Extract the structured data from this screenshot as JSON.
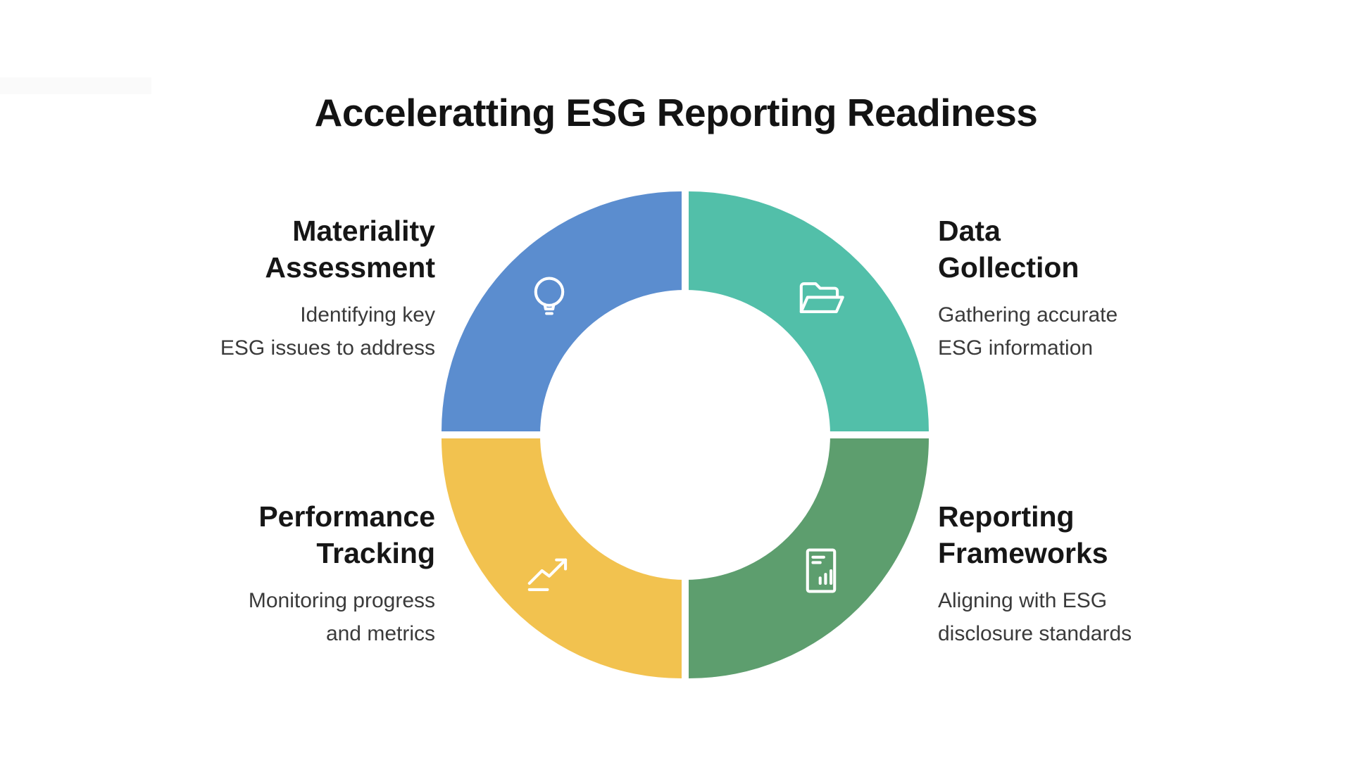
{
  "title": "Acceleratting ESG Reporting Readiness",
  "donut": {
    "hole_color": "#ffffff",
    "gap_color": "#ffffff"
  },
  "segments": [
    {
      "name": "Materiality Assessment",
      "position": "top-left",
      "heading1": "Materiality",
      "heading2": "Assessment",
      "desc1": "Identifying key",
      "desc2": "ESG issues to address",
      "color": "#5b8dcf",
      "icon": "lightbulb-icon"
    },
    {
      "name": "Data Gollection",
      "position": "top-right",
      "heading1": "Data",
      "heading2": "Gollection",
      "desc1": "Gathering accurate",
      "desc2": "ESG information",
      "color": "#52bfa9",
      "icon": "open-folder-icon"
    },
    {
      "name": "Performance Tracking",
      "position": "bottom-left",
      "heading1": "Performance",
      "heading2": "Tracking",
      "desc1": "Monitoring progress",
      "desc2": "and metrics",
      "color": "#f2c24f",
      "icon": "trend-arrow-icon"
    },
    {
      "name": "Reporting Frameworks",
      "position": "bottom-right",
      "heading1": "Reporting",
      "heading2": "Frameworks",
      "desc1": "Aligning with ESG",
      "desc2": "disclosure standards",
      "color": "#5d9e6e",
      "icon": "report-document-icon"
    }
  ]
}
